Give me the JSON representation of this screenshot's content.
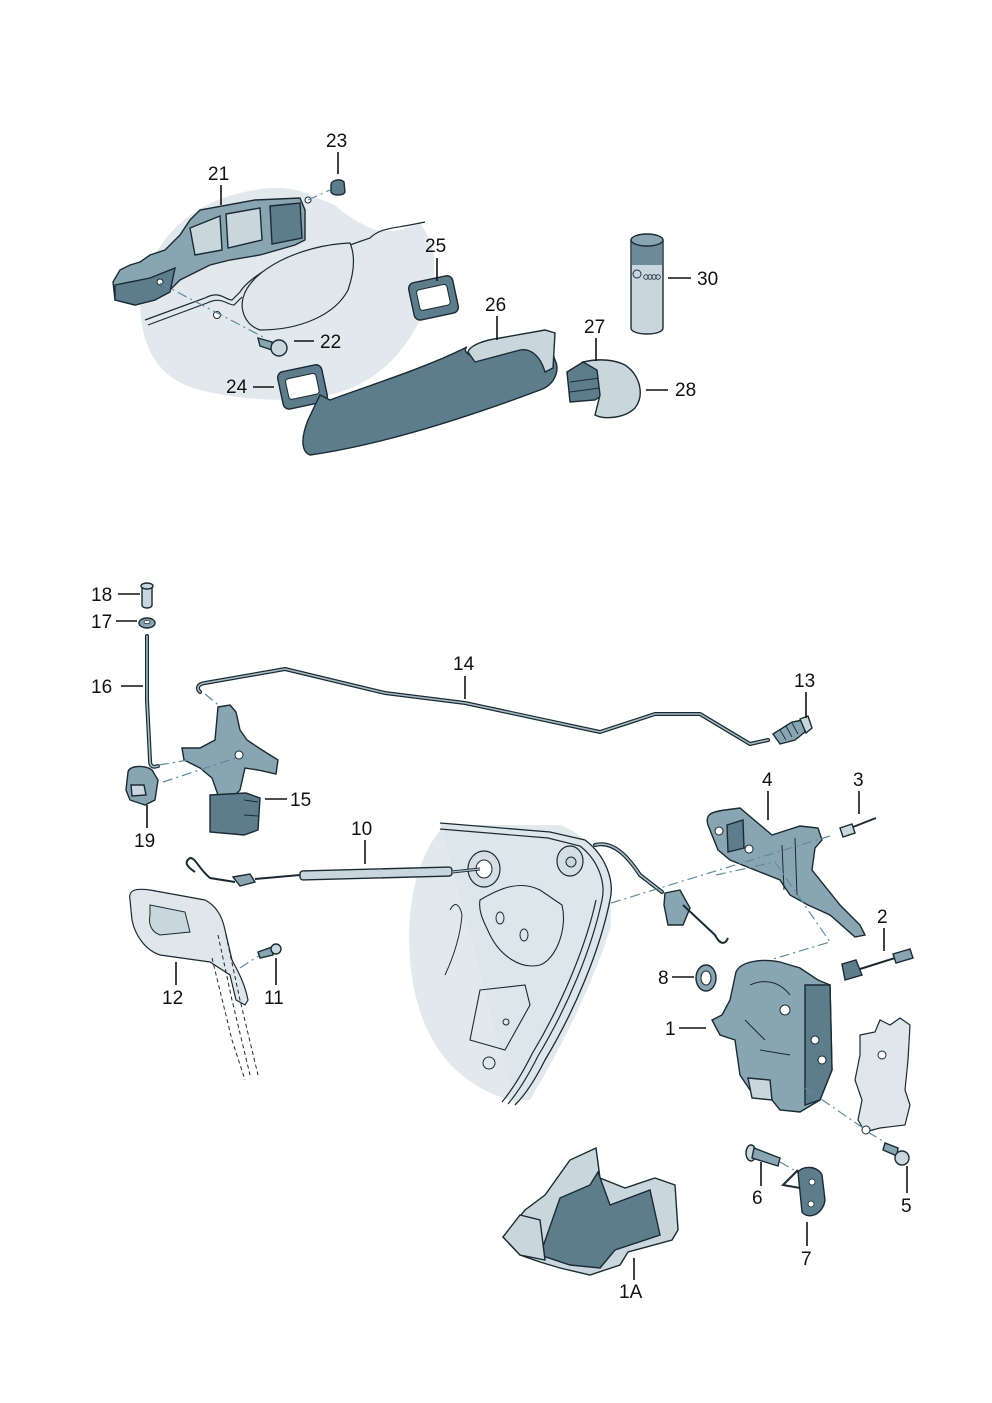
{
  "diagram": {
    "title": "Door handle and lock assembly exploded view",
    "colors": {
      "part_dark": "#5e7d8c",
      "part_mid": "#8aa5b2",
      "part_light": "#c9d6dd",
      "background_panel": "#e2e9ed",
      "outline": "#1a2a33",
      "guide_line": "#5f8aa0"
    },
    "upper_group": {
      "callouts": [
        {
          "id": "21",
          "label": "21",
          "part": "handle-bracket"
        },
        {
          "id": "22",
          "label": "22",
          "part": "screw"
        },
        {
          "id": "23",
          "label": "23",
          "part": "cap-nut"
        },
        {
          "id": "24",
          "label": "24",
          "part": "seal-front"
        },
        {
          "id": "25",
          "label": "25",
          "part": "seal-rear"
        },
        {
          "id": "26",
          "label": "26",
          "part": "outer-door-handle"
        },
        {
          "id": "27",
          "label": "27",
          "part": "lock-cylinder-housing"
        },
        {
          "id": "28",
          "label": "28",
          "part": "cap"
        },
        {
          "id": "30",
          "label": "30",
          "part": "paint-spray-can"
        }
      ]
    },
    "lower_group": {
      "callouts": [
        {
          "id": "1",
          "label": "1",
          "part": "door-lock"
        },
        {
          "id": "1A",
          "label": "1A",
          "part": "lock-cover"
        },
        {
          "id": "2",
          "label": "2",
          "part": "microswitch-connector"
        },
        {
          "id": "3",
          "label": "3",
          "part": "rivet"
        },
        {
          "id": "4",
          "label": "4",
          "part": "lock-bracket"
        },
        {
          "id": "5",
          "label": "5",
          "part": "screw"
        },
        {
          "id": "6",
          "label": "6",
          "part": "countersunk-screw"
        },
        {
          "id": "7",
          "label": "7",
          "part": "striker"
        },
        {
          "id": "8",
          "label": "8",
          "part": "grommet"
        },
        {
          "id": "10",
          "label": "10",
          "part": "bowden-cable"
        },
        {
          "id": "11",
          "label": "11",
          "part": "screw"
        },
        {
          "id": "12",
          "label": "12",
          "part": "inner-handle"
        },
        {
          "id": "13",
          "label": "13",
          "part": "clip"
        },
        {
          "id": "14",
          "label": "14",
          "part": "connecting-rod"
        },
        {
          "id": "15",
          "label": "15",
          "part": "lock-knob-guide"
        },
        {
          "id": "16",
          "label": "16",
          "part": "locking-rod"
        },
        {
          "id": "17",
          "label": "17",
          "part": "washer"
        },
        {
          "id": "18",
          "label": "18",
          "part": "lock-button"
        },
        {
          "id": "19",
          "label": "19",
          "part": "clip"
        }
      ]
    }
  }
}
